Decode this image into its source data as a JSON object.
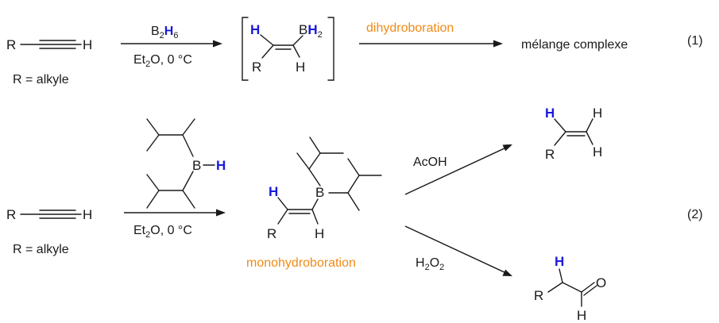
{
  "reaction1": {
    "reactant": {
      "r": "R",
      "h": "H",
      "legend": "R = alkyle"
    },
    "reagent_top": {
      "b": "B",
      "b_sub": "2",
      "h": "H",
      "h_sub": "6"
    },
    "reagent_bottom": {
      "et": "Et",
      "et_sub": "2",
      "rest": "O, 0 °C"
    },
    "intermediate": {
      "h_blue": "H",
      "b": "B",
      "h2": "H",
      "h2_sub": "2",
      "r": "R",
      "h": "H"
    },
    "arrow2_label": "dihydroboration",
    "product": "mélange complexe",
    "number": "(1)"
  },
  "reaction2": {
    "reactant": {
      "r": "R",
      "h": "H",
      "legend": "R = alkyle"
    },
    "reagent": {
      "b": "B",
      "h_blue": "H"
    },
    "reagent_bottom": {
      "et": "Et",
      "et_sub": "2",
      "rest": "O, 0 °C"
    },
    "intermediate": {
      "h_blue": "H",
      "b": "B",
      "r": "R",
      "h": "H",
      "label": "monohydroboration"
    },
    "upper": {
      "reagent": "AcOH",
      "product": {
        "h_blue": "H",
        "h1": "H",
        "h2": "H",
        "r": "R"
      }
    },
    "lower": {
      "reagent": {
        "h": "H",
        "h_sub": "2",
        "o": "O",
        "o_sub": "2"
      },
      "product": {
        "h_blue": "H",
        "r": "R",
        "o": "O",
        "h": "H"
      }
    },
    "number": "(2)"
  },
  "colors": {
    "blue": "#1a1adb",
    "orange": "#f08a16",
    "ink": "#1a1a1a"
  }
}
